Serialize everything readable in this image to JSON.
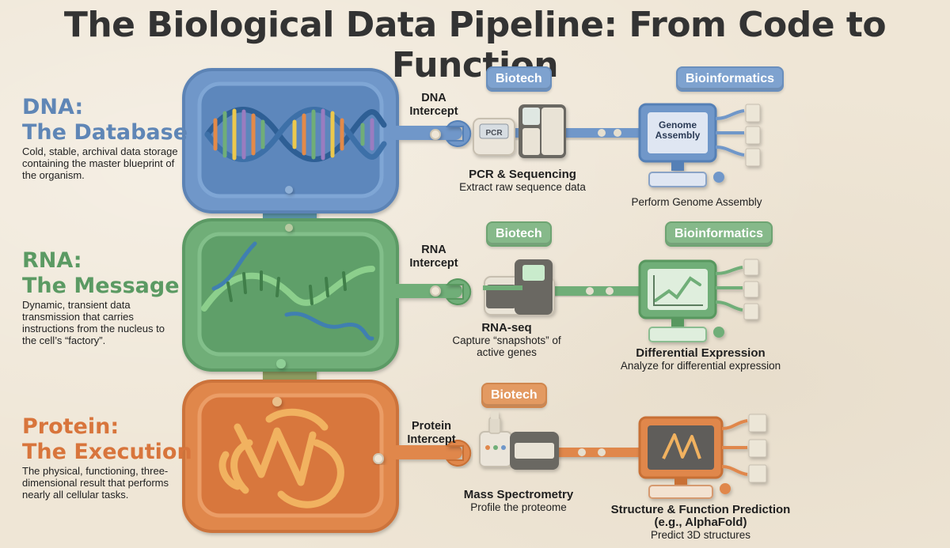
{
  "title": "The Biological Data Pipeline: From Code to Function",
  "sections": [
    {
      "title_line1": "DNA:",
      "title_line2": "The Database",
      "description": "Cold, stable, archival data storage containing the master blueprint of the organism.",
      "color": "#5f86b6",
      "intercept": "DNA\nIntercept",
      "biotech_tag": "Biotech",
      "bioinformatics_tag": "Bioinformatics",
      "lab_step_title": "PCR & Sequencing",
      "lab_step_desc": "Extract raw sequence data",
      "compute_step_title": "",
      "compute_step_desc": "Perform Genome Assembly",
      "device_label": "PCR",
      "monitor_label": "Genome Assembly"
    },
    {
      "title_line1": "RNA:",
      "title_line2": "The Message",
      "description": "Dynamic, transient data transmission that carries instructions from the nucleus to the cell’s “factory”.",
      "color": "#5b9a63",
      "intercept": "RNA\nIntercept",
      "biotech_tag": "Biotech",
      "bioinformatics_tag": "Bioinformatics",
      "lab_step_title": "RNA-seq",
      "lab_step_desc": "Capture “snapshots” of active genes",
      "compute_step_title": "Differential Expression",
      "compute_step_desc": "Analyze for differential expression"
    },
    {
      "title_line1": "Protein:",
      "title_line2": "The Execution",
      "description": "The physical, functioning, three-dimensional result that performs nearly all cellular tasks.",
      "color": "#d8753c",
      "intercept": "Protein\nIntercept",
      "biotech_tag": "Biotech",
      "lab_step_title": "Mass Spectrometry",
      "lab_step_desc": "Profile the proteome",
      "compute_step_title": "Structure & Function Prediction (e.g., AlphaFold)",
      "compute_step_desc": "Predict 3D structures"
    }
  ],
  "colors": {
    "dna": "#6f97c9",
    "rna": "#6fae78",
    "protein": "#e0874b",
    "background": "#efe6d6"
  }
}
